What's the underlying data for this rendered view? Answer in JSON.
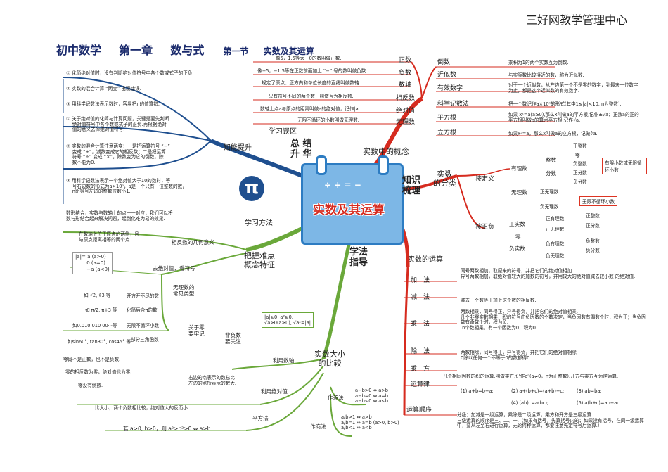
{
  "header": {
    "watermark": "三好网教学管理中心",
    "title_subject": "初中数学",
    "title_chapter": "第一章",
    "title_topic": "数与式",
    "title_section": "第一节",
    "title_section_topic": "实数及其运算"
  },
  "center": {
    "main_label": "实数及其运算",
    "deco_symbols": "÷ + = −"
  },
  "branches": {
    "summary": "总 结\n升 华",
    "concepts": "实数中的概念",
    "knowledge": "知识\n梳理",
    "method": "学法\n指导",
    "operations": "实数的运算",
    "classification": "实数\n的分类",
    "study_method": "学习方法",
    "difficulty": "把握难点\n概念特征",
    "mistakes": "学习误区",
    "ability": "知能提升",
    "compare": "实数大小\n的比较"
  },
  "concepts": [
    {
      "name": "正数",
      "desc": "像5，1.5等大于0的数叫做正数."
    },
    {
      "name": "负数",
      "desc": "像−5，−1.5等在正数前面加上 “−” 号的数叫做负数."
    },
    {
      "name": "数轴",
      "desc": "规定了原点、正方向和单位长度的直线叫做数轴."
    },
    {
      "name": "相反数",
      "desc": "只有符号不同的两个数，叫做互为相反数."
    },
    {
      "name": "绝对值",
      "desc": "数轴上点a与原点的距离叫做a的绝对值，记作|a|."
    },
    {
      "name": "无理数",
      "desc": "无限不循环的小数叫做无理数."
    }
  ],
  "concepts_right": [
    {
      "name": "倒数",
      "desc": "乘积为1的两个实数互为倒数."
    },
    {
      "name": "近似数",
      "desc": "与实际数比较接近的数，称为近似数."
    },
    {
      "name": "有效数字",
      "desc": "对于一个近似数，从左边第一个不是零的数字，到最末一位数字为止，都是这个近似数的有效数字."
    },
    {
      "name": "科学记数法",
      "desc": "把一个数记作a×10ⁿ的形式(其中1≤|a|<10, n为整数)."
    },
    {
      "name": "平方根",
      "desc": "如果 x²=a(a≥0),那么x叫做a的平方根,记作±√a；正数a的正的平方根叫做a的算术平方根,记作√a."
    },
    {
      "name": "立方根",
      "desc": "如果x³=a，那么x叫做a的立方根，记做∛a."
    }
  ],
  "classification": {
    "by_definition": "按定义",
    "rational": "有理数",
    "integer": "整数",
    "positive_integer": "正整数",
    "zero": "零",
    "negative_integer": "负整数",
    "fraction": "分数",
    "positive_fraction": "正分数",
    "negative_fraction": "负分数",
    "note_finite": "有限小数或无限循环小数",
    "irrational": "无理数",
    "positive_irrational": "正无理数",
    "negative_irrational": "负无理数",
    "note_infinite": "无限不循环小数",
    "by_sign": "按正负",
    "positive_real": "正实数",
    "pos_rational": "正有理数",
    "pos_int": "正整数",
    "pos_frac": "正分数",
    "pos_irrational": "正无理数",
    "zero2": "零",
    "negative_real": "负实数",
    "neg_rational": "负有理数",
    "neg_int": "负整数",
    "neg_frac": "负分数",
    "neg_irrational": "负无理数"
  },
  "operations": [
    {
      "name": "加　法",
      "desc": "同号两数相加，取原来的符号，并把它们的绝对值相加.\n异号两数相加，取绝对值较大的加数的符号，并用较大的绝对值减去较小数 的绝对值."
    },
    {
      "name": "减　法",
      "desc": "减去一个数等于加上这个数的相反数."
    },
    {
      "name": "乘　法",
      "desc": "两数相乘，同号得正，异号得负，并把它们的绝对值相乘.\n几个非零实数相乘，积的符号由负因数的个数决定，当负因数有偶数个时，积为正；当负因数有奇数个时，积为负.\n n个数相乘，有一个因数为0，积为0."
    },
    {
      "name": "除　法",
      "desc": "两数相除，同号得正，异号得负，并把它们的绝对值相除\n0除以任何一个不等于0的数都得0."
    },
    {
      "name": "乘　方",
      "desc": "几个相同因数的积的运算,叫做乘方,记作aⁿ(a≠0，n为正整数).开方与乘方互为逆运算."
    },
    {
      "name": "运算律",
      "desc": ""
    },
    {
      "name": "运算顺序",
      "desc": "分级：加减是一级运算，乘除是二级运算，乘方和开方是三级运算.\n三级运算的顺序是三、二、一.（如果有括号，先算括号内的；如果没有括号，在同一级运算中，要从左至右进行运算，无论何种运算，都要注意先定符号后运算.）"
    }
  ],
  "laws": [
    "(1) a+b=b+a;",
    "(2) a+(b+c)=(a+b)+c;",
    "(3) ab=ba;",
    "(4) (ab)c=a(bc);",
    "(5) a(b+c)=ab+ac."
  ],
  "mistakes": [
    "① 化简绝对值时，没有判断绝对值符号中各个数或式子的正负.",
    "② 实数的混合计算 “两变” 出现错误.",
    "③ 用科学记数法表示数时，容易把n的值算错."
  ],
  "ability": [
    "① 关于绝对值的化简与计算问题，关键是要先判断\n　 绝对值符号中各个数或式子的正负.再根据绝对\n　 值的意义去掉绝对值符号.",
    "② 实数的混合计算注意两变：一是把运算符号 “−”\n　 变成 “+”，减数变成它的相反数；二是把运算\n　 符号 “÷” 变成 “×”，除数变为它的倒数，除\n　 数不能为0.",
    "③ 用科学记数法表示一个绝对值大于10的数时，等\n　 号右边数的形式为a×10ⁿ，a是一个只有一位整数的数，\n　 n比等号左边的整数位数小1."
  ],
  "study_method_text": "数形结合，实数与数轴上的点一一对应，我们可以将\n数与形结合起来解决问题，起到化难为易的效果.",
  "difficulty": {
    "opposite_geo": "相反数的几何意义",
    "opposite_geo_desc": "在数轴上位于原点的两侧，且\n与原点距离相等的两个点.",
    "abs_sign": "去绝对值，看符号",
    "abs_formula": "|a|= a (a>0)\n　　 0 (a=0)\n　　 −a (a<0)",
    "irrational_types": "无理数的\n常见类型",
    "irr1": "如 √2, ∛3 等",
    "irr1_desc": "开方开不尽的数",
    "irr2": "如 π/2, π+3 等",
    "irr2_desc": "化简后含π的数",
    "irr3": "如0.010 010 00···等",
    "irr3_desc": "无限不循环小数",
    "irr4": "如sin60°, tan30°, cos45° 等",
    "irr4_desc": "部分三角函数",
    "zero_notes": "关于零\n要牢记",
    "nonneg": "非负数\n要关注",
    "nonneg_formula": "|a|≥0, a²≥0,\n√a≥0(a≥0), √a²=|a|",
    "zero1": "零既不是正数，也不是负数.",
    "zero2": "零的相反数为零，绝对值也为零.",
    "zero3": "零没有倒数."
  },
  "compare": {
    "axis": "利用数轴",
    "axis_desc": "右边的点表示的数总比\n左边的点所表示的数大.",
    "abs": "利用绝对值",
    "abs_desc": "比大小，两个负数相比较，绝对值大的反而小",
    "square": "平方法",
    "square_desc": "若 a>0, b>0，则 a²>b²>0 ⇔ a>b",
    "diff": "作差法",
    "diff_desc": "a−b>0 ⇔ a>b\na−b=0 ⇔ a=b\na−b<0 ⇔ a<b",
    "quot": "作商法",
    "quot_desc": "a/b>1 ⇔ a>b\na/b=1 ⇔ a=b (a>0, b>0)\na/b<1 ⇔ a<b"
  },
  "colors": {
    "red": "#d62b1f",
    "blue": "#1f4f8f",
    "green": "#6aa83a",
    "title": "#1a2a6c"
  }
}
